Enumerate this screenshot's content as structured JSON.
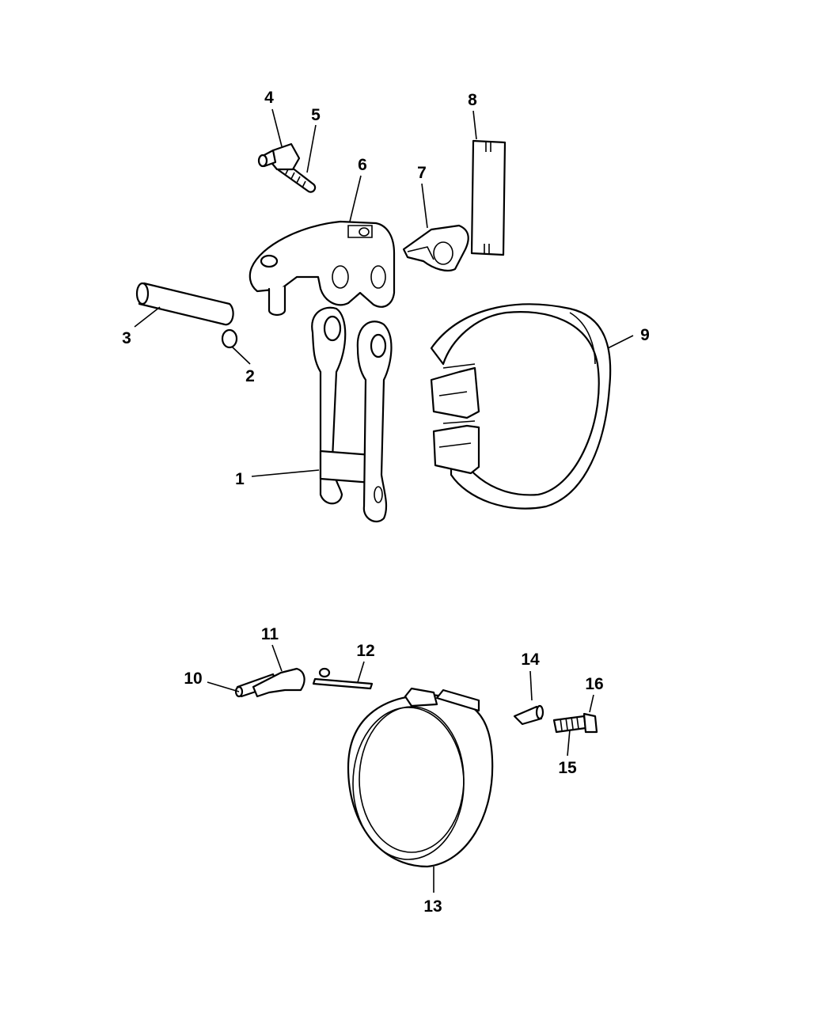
{
  "diagram": {
    "callouts": [
      {
        "number": "1",
        "part": "band-strut-link"
      },
      {
        "number": "2",
        "part": "retaining-ring"
      },
      {
        "number": "3",
        "part": "pivot-pin"
      },
      {
        "number": "4",
        "part": "adjusting-nut"
      },
      {
        "number": "5",
        "part": "adjusting-screw"
      },
      {
        "number": "6",
        "part": "lever"
      },
      {
        "number": "7",
        "part": "band-anchor"
      },
      {
        "number": "8",
        "part": "strut"
      },
      {
        "number": "9",
        "part": "front-band"
      },
      {
        "number": "10",
        "part": "pin"
      },
      {
        "number": "11",
        "part": "lever"
      },
      {
        "number": "12",
        "part": "strut"
      },
      {
        "number": "13",
        "part": "rear-band"
      },
      {
        "number": "14",
        "part": "adjuster-anchor"
      },
      {
        "number": "15",
        "part": "adjusting-screw"
      },
      {
        "number": "16",
        "part": "lock-nut"
      }
    ]
  }
}
